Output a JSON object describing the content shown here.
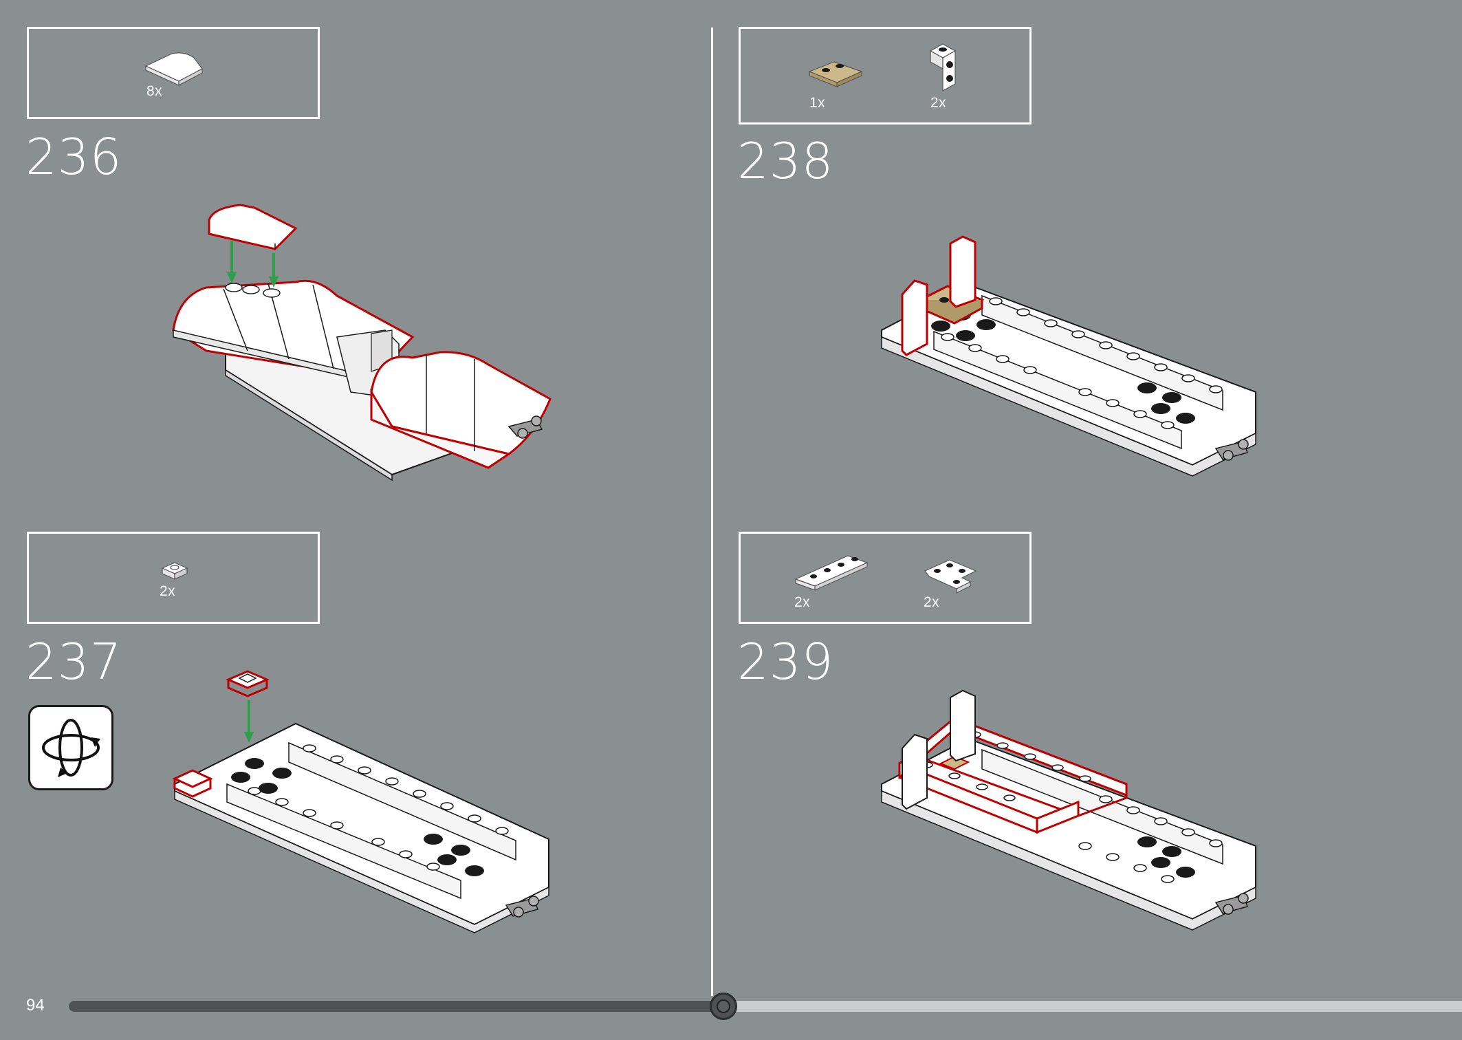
{
  "page_number": "94",
  "progress": {
    "fraction": 0.47
  },
  "colors": {
    "background": "#8a8f91",
    "highlight": "#c00000",
    "arrow": "#2e9e4a",
    "tan": "#cdb88a"
  },
  "steps": [
    {
      "number": "236",
      "parts": [
        {
          "icon": "curved-slope-2x2-white",
          "qty": "8x"
        }
      ]
    },
    {
      "number": "237",
      "parts": [
        {
          "icon": "tile-1x1-white",
          "qty": "2x"
        }
      ],
      "icon": "rotate-model-icon"
    },
    {
      "number": "238",
      "parts": [
        {
          "icon": "plate-1x2-handle-tan",
          "qty": "1x"
        },
        {
          "icon": "bracket-1x1-white",
          "qty": "2x"
        }
      ]
    },
    {
      "number": "239",
      "parts": [
        {
          "icon": "plate-1x4-white",
          "qty": "2x"
        },
        {
          "icon": "plate-2x2-corner-white",
          "qty": "2x"
        }
      ]
    }
  ]
}
